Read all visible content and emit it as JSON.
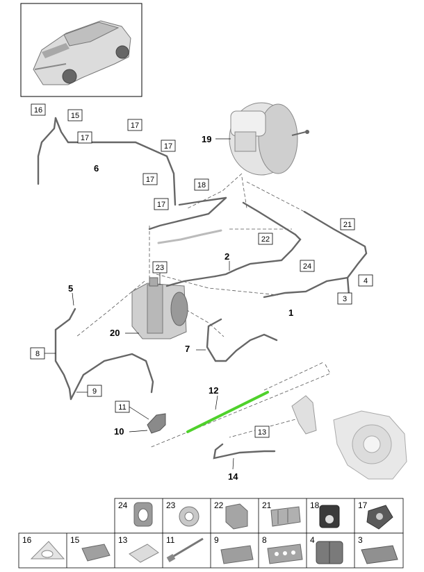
{
  "callouts": {
    "c1": "1",
    "c2": "2",
    "c3": "3",
    "c4": "4",
    "c5": "5",
    "c6": "6",
    "c7": "7",
    "c8": "8",
    "c9": "9",
    "c10": "10",
    "c11": "11",
    "c12": "12",
    "c13": "13",
    "c14": "14",
    "c15": "15",
    "c16": "16",
    "c17a": "17",
    "c17b": "17",
    "c17c": "17",
    "c17d": "17",
    "c17e": "17",
    "c18": "18",
    "c19": "19",
    "c20": "20",
    "c21": "21",
    "c22": "22",
    "c23": "23",
    "c24": "24"
  },
  "parts_table": {
    "row1": [
      "24",
      "23",
      "22",
      "21",
      "18",
      "17"
    ],
    "row2": [
      "16",
      "15",
      "13",
      "11",
      "9",
      "8",
      "4",
      "3"
    ]
  },
  "colors": {
    "line": "#555555",
    "highlight": "#4fd12b",
    "part": "#9a9a9a"
  }
}
